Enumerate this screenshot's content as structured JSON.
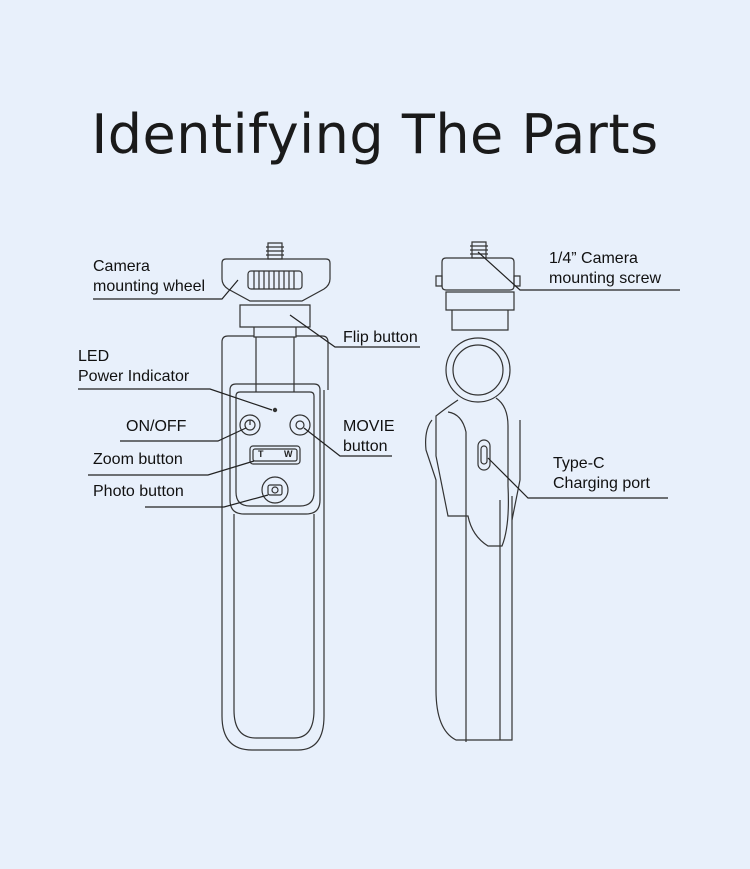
{
  "title": "Identifying The Parts",
  "labels": {
    "camera_mounting_wheel": [
      "Camera",
      "mounting wheel"
    ],
    "led_power_indicator": [
      "LED",
      "Power Indicator"
    ],
    "on_off": "ON/OFF",
    "zoom_button": "Zoom button",
    "photo_button": "Photo button",
    "flip_button": "Flip button",
    "movie_button": [
      "MOVIE",
      "button"
    ],
    "camera_mounting_screw": [
      "1/4” Camera",
      "mounting screw"
    ],
    "type_c_port": [
      "Type-C",
      "Charging port"
    ]
  },
  "zoom_keys": {
    "tele": "T",
    "wide": "W"
  },
  "colors": {
    "background": "#e8f0fb",
    "line": "#222222",
    "text": "#111111"
  }
}
